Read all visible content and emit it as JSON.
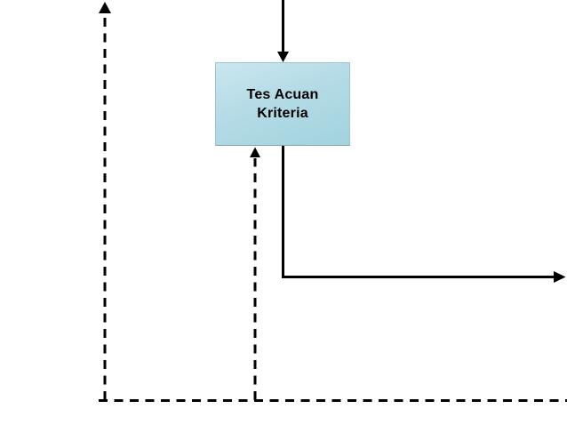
{
  "diagram": {
    "node": {
      "label": "Tes Acuan\nKriteria"
    },
    "colors": {
      "background": "#ffffff",
      "node_fill_top": "#cbe6ef",
      "node_fill_bottom": "#a2d3de",
      "node_border": "#9cc4d2",
      "connector": "#000000"
    },
    "edges": [
      {
        "id": "input-top",
        "style": "solid",
        "direction": "down-into-node"
      },
      {
        "id": "output-right",
        "style": "solid",
        "direction": "down-then-right"
      },
      {
        "id": "feedback-left",
        "style": "dashed",
        "direction": "up"
      },
      {
        "id": "feedback-middle",
        "style": "dashed",
        "direction": "up-into-node"
      },
      {
        "id": "feedback-bottom",
        "style": "dashed",
        "direction": "left-to-right"
      }
    ]
  }
}
